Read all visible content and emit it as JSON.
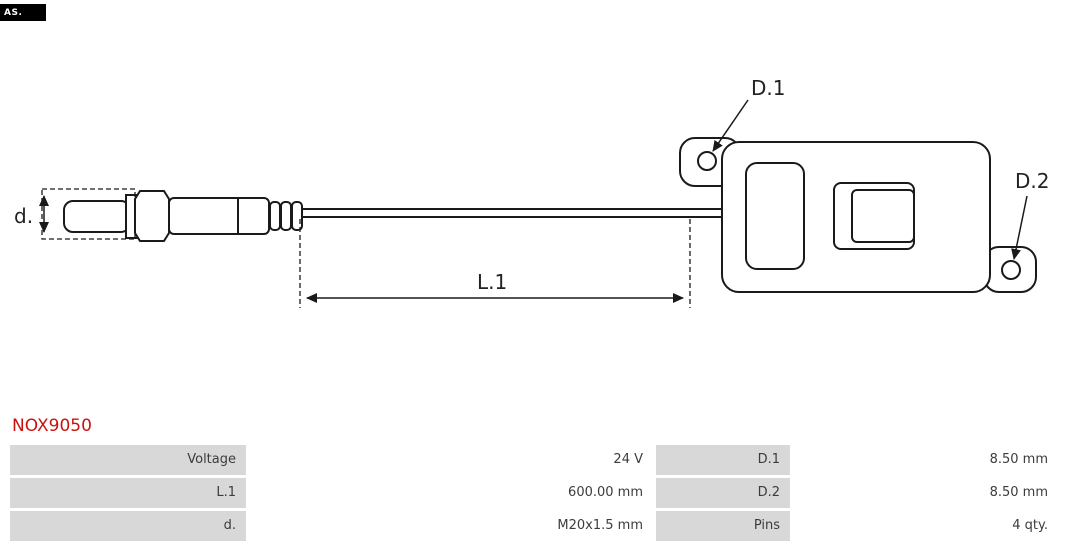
{
  "logo": {
    "text": "AS."
  },
  "part_number": "NOX9050",
  "diagram": {
    "labels": {
      "d": "d.",
      "l1": "L.1",
      "d1": "D.1",
      "d2": "D.2"
    }
  },
  "spec_table": {
    "rows": [
      {
        "label1": "Voltage",
        "value1": "24 V",
        "label2": "D.1",
        "value2": "8.50 mm"
      },
      {
        "label1": "L.1",
        "value1": "600.00 mm",
        "label2": "D.2",
        "value2": "8.50 mm"
      },
      {
        "label1": "d.",
        "value1": "M20x1.5 mm",
        "label2": "Pins",
        "value2": "4 qty."
      }
    ]
  },
  "colors": {
    "part_number_red": "#cc1111",
    "cell_gray": "#d8d8d8",
    "cell_white": "#ffffff",
    "line_black": "#1a1a1a",
    "text_dark": "#3c3c3c"
  }
}
